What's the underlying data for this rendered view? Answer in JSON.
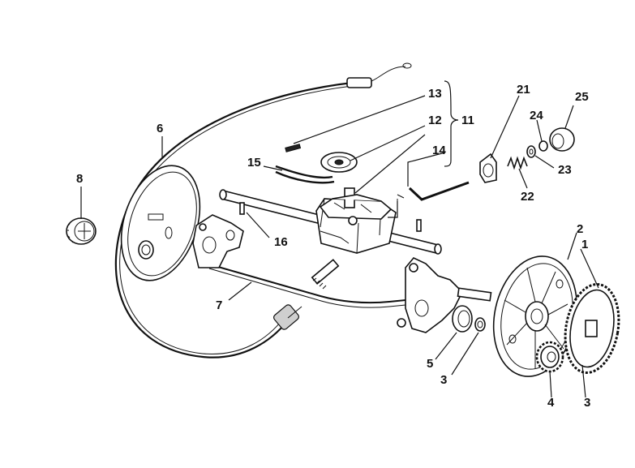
{
  "labels": {
    "p1": "1",
    "p2": "2",
    "p3a": "3",
    "p3b": "3",
    "p4": "4",
    "p5": "5",
    "p6": "6",
    "p7": "7",
    "p8": "8",
    "p11": "11",
    "p12": "12",
    "p13": "13",
    "p14": "14",
    "p15": "15",
    "p16": "16",
    "p21": "21",
    "p22": "22",
    "p23": "23",
    "p24": "24",
    "p25": "25"
  }
}
